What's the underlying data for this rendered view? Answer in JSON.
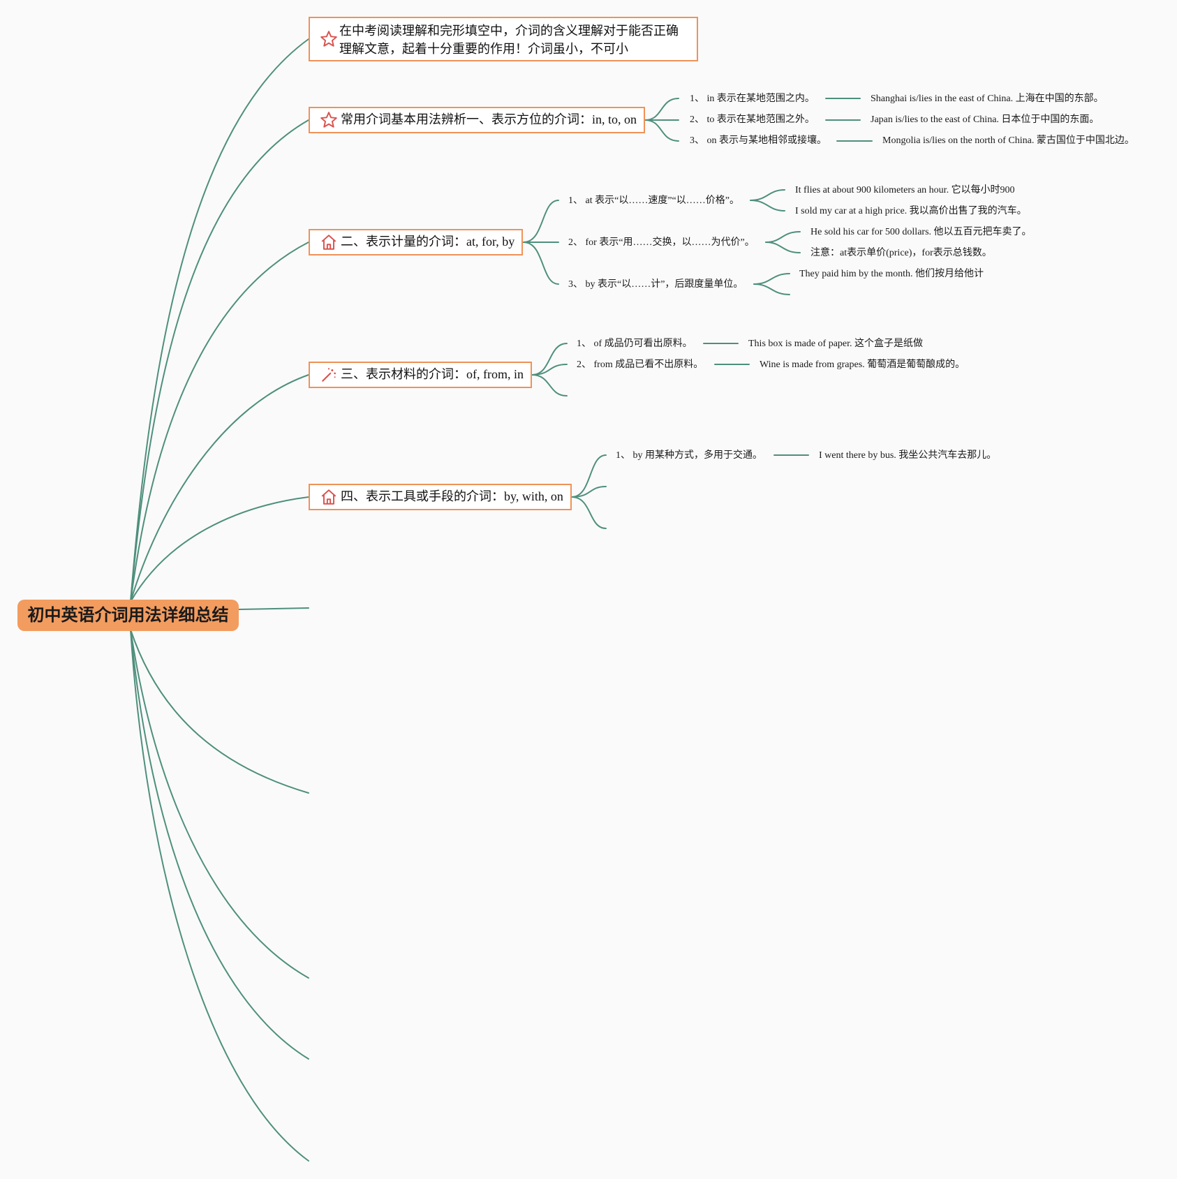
{
  "root": {
    "title": "初中英语介词用法详细总结"
  },
  "intro": {
    "text": "在中考阅读理解和完形填空中，介词的含义理解对于能否正确理解文意，起着十分重要的作用！介词虽小，不可小",
    "icon": "star-icon"
  },
  "sections": [
    {
      "title": "常用介词基本用法辨析一、表示方位的介词：in, to, on",
      "icon": "star-icon",
      "items": [
        {
          "label": "1、 in 表示在某地范围之内。",
          "examples": [
            "Shanghai is/lies in the east of China. 上海在中国的东部。"
          ]
        },
        {
          "label": "2、 to 表示在某地范围之外。",
          "examples": [
            "Japan is/lies to the east of China. 日本位于中国的东面。"
          ]
        },
        {
          "label": "3、 on 表示与某地相邻或接壤。",
          "examples": [
            "Mongolia is/lies on the north of China. 蒙古国位于中国北边。"
          ]
        }
      ]
    },
    {
      "title": "二、表示计量的介词：at, for, by",
      "icon": "home-icon",
      "items": [
        {
          "label": "1、 at 表示“以……速度”“以……价格”。",
          "examples": [
            "It flies at about 900 kilometers an hour. 它以每小时900",
            "I sold my car at a high price. 我以高价出售了我的汽车。"
          ]
        },
        {
          "label": "2、 for 表示“用……交换，以……为代价”。",
          "examples": [
            "He sold his car for 500 dollars. 他以五百元把车卖了。",
            "注意：at表示单价(price)，for表示总钱数。"
          ]
        },
        {
          "label": "3、 by 表示“以……计”，后跟度量单位。",
          "examples": [
            "They paid him by the month. 他们按月给他计"
          ]
        }
      ]
    },
    {
      "title": "三、表示材料的介词：of, from, in",
      "icon": "magic-wand-icon",
      "items": [
        {
          "label": "1、 of 成品仍可看出原料。",
          "examples": [
            "This box is made of paper. 这个盒子是纸做"
          ]
        },
        {
          "label": "2、 from 成品已看不出原料。",
          "examples": [
            "Wine is made from grapes. 葡萄酒是葡萄酿成的。"
          ]
        }
      ]
    },
    {
      "title": "四、表示工具或手段的介词：by, with, on",
      "icon": "home-icon",
      "items": [
        {
          "label": "1、 by 用某种方式，多用于交通。",
          "examples": [
            "I went there by bus. 我坐公共汽车去那儿。"
          ]
        }
      ]
    }
  ],
  "colors": {
    "link": "#4e8f7c",
    "root_fill": "#f39c5f",
    "node_border": "#ef9258",
    "icon": "#d9534f"
  }
}
